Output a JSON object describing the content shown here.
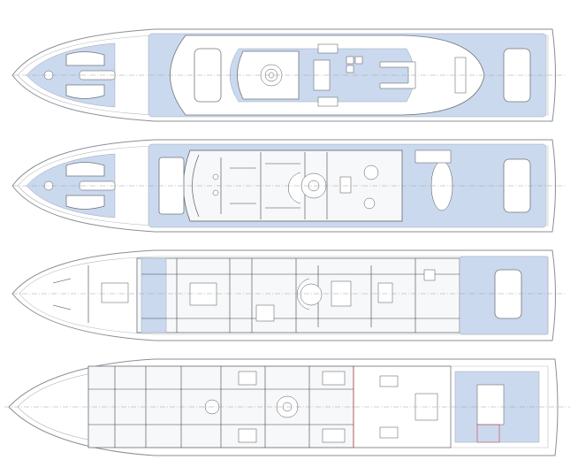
{
  "diagram": {
    "type": "yacht-deck-plans",
    "decks": [
      {
        "id": "sun-deck"
      },
      {
        "id": "bridge-deck"
      },
      {
        "id": "main-deck"
      },
      {
        "id": "lower-deck"
      }
    ]
  },
  "colors": {
    "teak_deck": "#cbd9ee",
    "outline": "#555555",
    "accent_red": "#d04040"
  }
}
